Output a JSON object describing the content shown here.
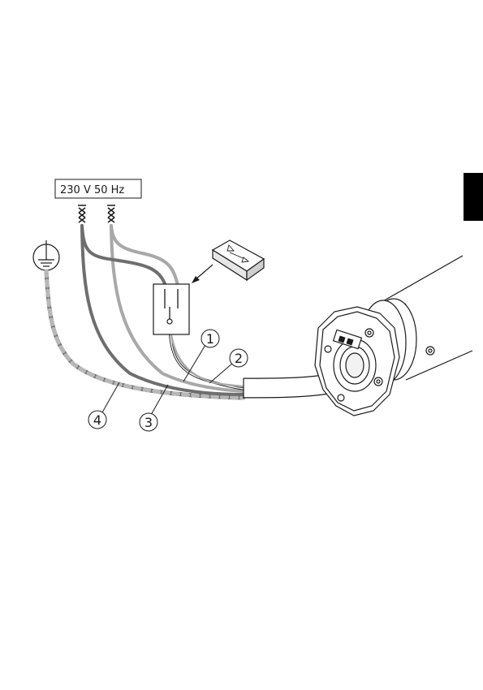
{
  "supply_label": "230 V  50 Hz",
  "callouts": [
    "1",
    "2",
    "3",
    "4"
  ],
  "icons": {
    "ground": "ground-symbol-icon",
    "switch_button": "rocker-switch-icon"
  },
  "colors": {
    "side_tab": "#000000",
    "line": "#1a1a1a",
    "wire_dark": "#6e6e6e",
    "wire_light": "#a8a8a8"
  }
}
